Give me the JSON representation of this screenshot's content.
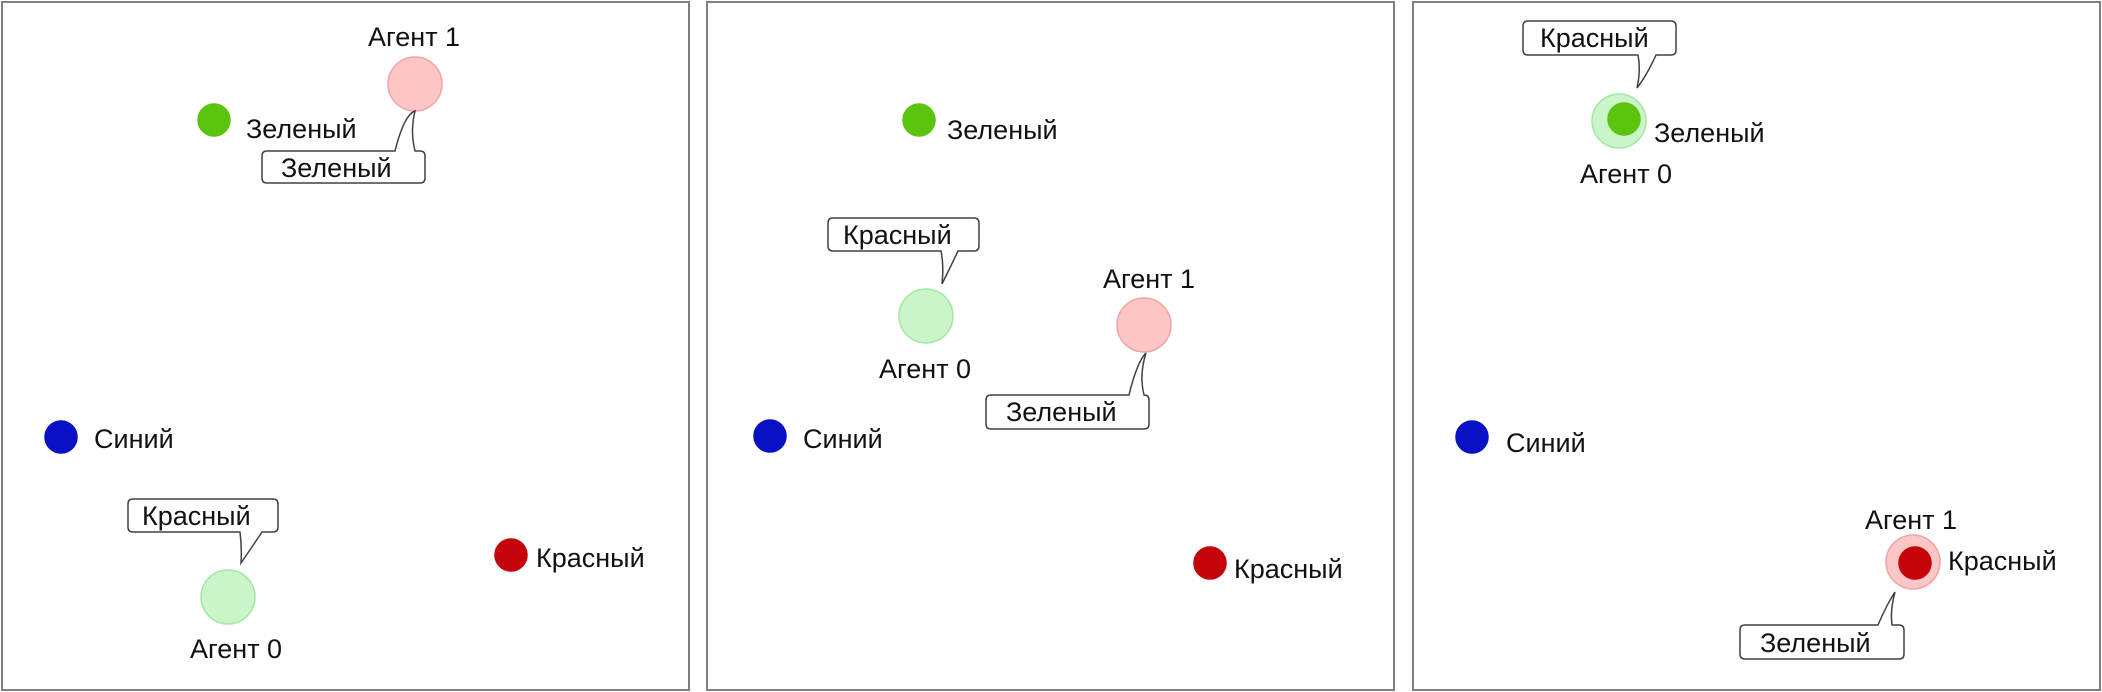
{
  "colors": {
    "green": "#5cc40f",
    "blue": "#0a10c4",
    "red": "#c4040a",
    "agent_green": "#c9f5c9",
    "agent_green_stroke": "#a6e6a6",
    "agent_red": "#fcc6c6",
    "agent_red_stroke": "#f0a4a4",
    "panel_border": "#7f7f7f",
    "bubble_stroke": "#404040"
  },
  "panels": [
    {
      "landmarks": [
        {
          "color_key": "green",
          "label": "Зеленый"
        },
        {
          "color_key": "blue",
          "label": "Синий"
        },
        {
          "color_key": "red",
          "label": "Красный"
        }
      ],
      "agents": [
        {
          "label": "Агент 1",
          "color_key": "agent_red",
          "speech": "Зеленый"
        },
        {
          "label": "Агент 0",
          "color_key": "agent_green",
          "speech": "Красный"
        }
      ]
    },
    {
      "landmarks": [
        {
          "color_key": "green",
          "label": "Зеленый"
        },
        {
          "color_key": "blue",
          "label": "Синий"
        },
        {
          "color_key": "red",
          "label": "Красный"
        }
      ],
      "agents": [
        {
          "label": "Агент 0",
          "color_key": "agent_green",
          "speech": "Красный"
        },
        {
          "label": "Агент 1",
          "color_key": "agent_red",
          "speech": "Зеленый"
        }
      ]
    },
    {
      "landmarks": [
        {
          "color_key": "green",
          "label": "Зеленый"
        },
        {
          "color_key": "blue",
          "label": "Синий"
        },
        {
          "color_key": "red",
          "label": "Красный"
        }
      ],
      "agents": [
        {
          "label": "Агент 0",
          "color_key": "agent_green",
          "speech": "Красный"
        },
        {
          "label": "Агент 1",
          "color_key": "agent_red",
          "speech": "Зеленый"
        }
      ]
    }
  ]
}
